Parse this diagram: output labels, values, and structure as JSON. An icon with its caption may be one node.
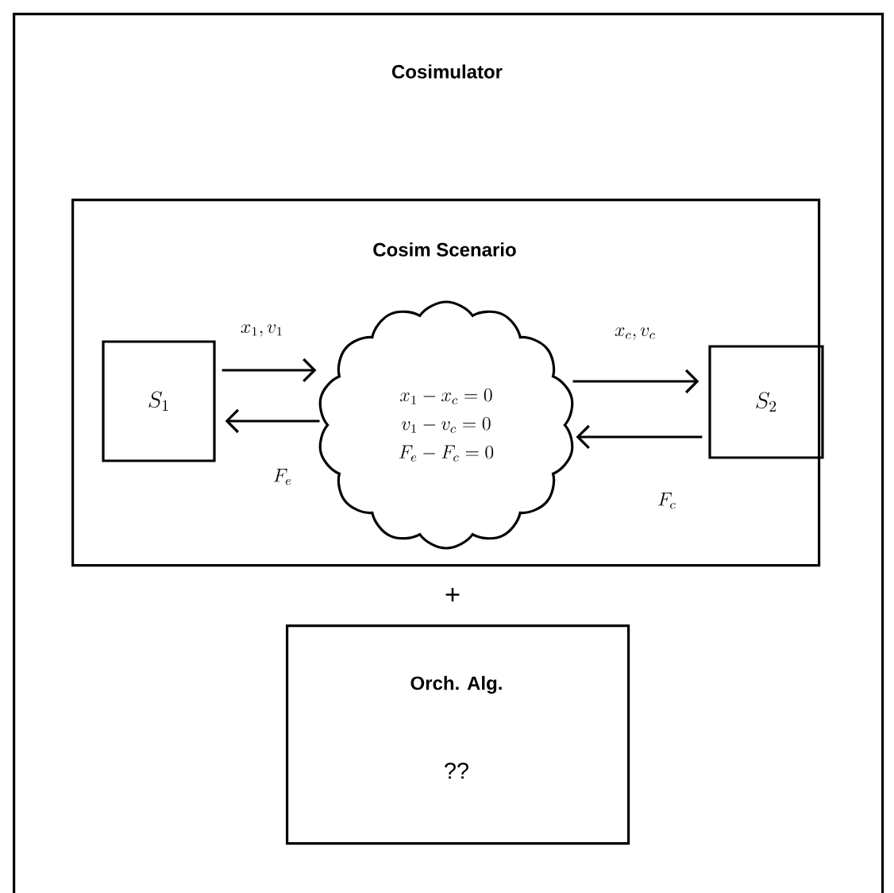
{
  "diagram": {
    "nodes": [
      {
        "text": [
          "Cosimulator"
        ]
      },
      {
        "text": [
          "Cosim Scenario"
        ],
        "in": 0
      },
      {
        "text": [
          "S_1"
        ],
        "in": 1
      },
      {
        "text": [
          "x_1 - x_c = 0",
          "v_1 - v_c = 0",
          "F_e - F_c = 0"
        ],
        "in": 1
      },
      {
        "text": [
          "S_2"
        ],
        "in": 1
      },
      {
        "text": [
          "Orch. Alg.",
          "??"
        ],
        "in": 0
      }
    ],
    "edges": [
      {
        "from": 2,
        "to": 3,
        "arrow": "to",
        "label": "x_1, v_1"
      },
      {
        "from": 3,
        "to": 2,
        "arrow": "to",
        "label": "F_e"
      },
      {
        "from": 3,
        "to": 4,
        "arrow": "to",
        "label": "x_c, v_c"
      },
      {
        "from": 4,
        "to": 3,
        "arrow": "to",
        "label": "F_c"
      }
    ],
    "labels": [
      "+"
    ]
  }
}
